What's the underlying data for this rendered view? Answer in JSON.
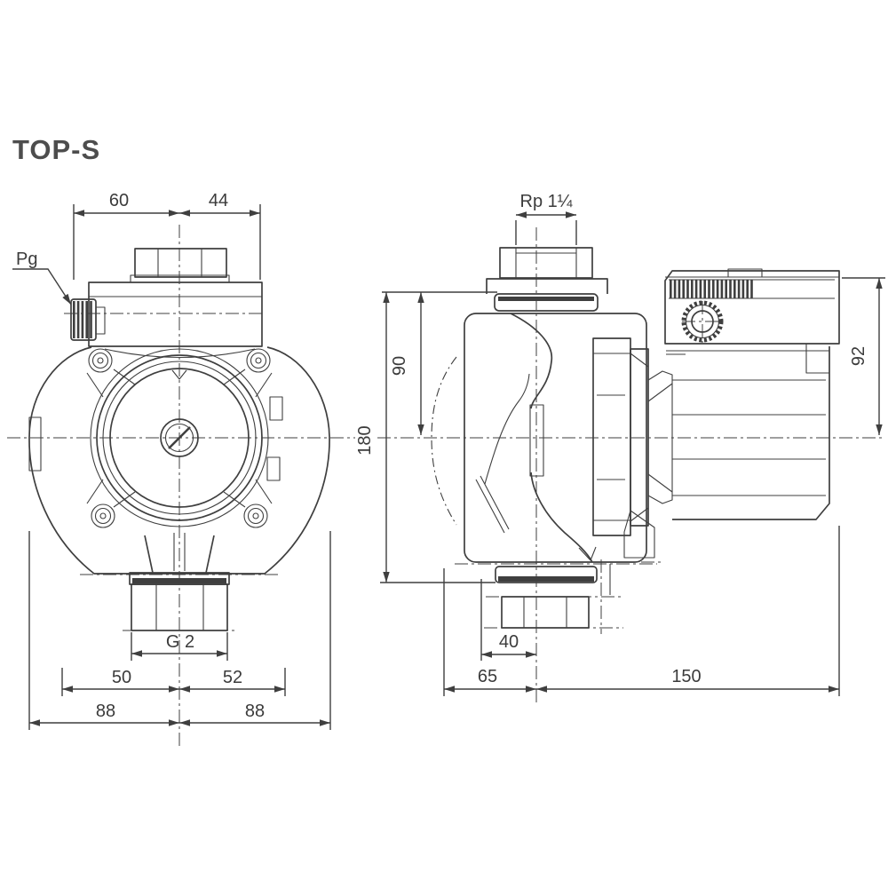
{
  "title": "TOP-S",
  "colors": {
    "line": "#3f3f3f",
    "text": "#3b3b3b",
    "title": "#4d4d4d",
    "background": "#ffffff"
  },
  "front_view": {
    "gland_label": "Pg",
    "dim_gland_to_center": "60",
    "dim_center_to_box": "44",
    "dim_union_thread": "G 2",
    "dim_left_50": "50",
    "dim_right_52": "52",
    "dim_left_88": "88",
    "dim_right_88": "88"
  },
  "side_view": {
    "dim_port_thread": "Rp 1¼",
    "dim_flange_to_center": "90",
    "dim_overall_height": "180",
    "dim_box_to_center": "92",
    "dim_port_offset": "40",
    "dim_front_depth": "65",
    "dim_rear_depth": "150"
  }
}
